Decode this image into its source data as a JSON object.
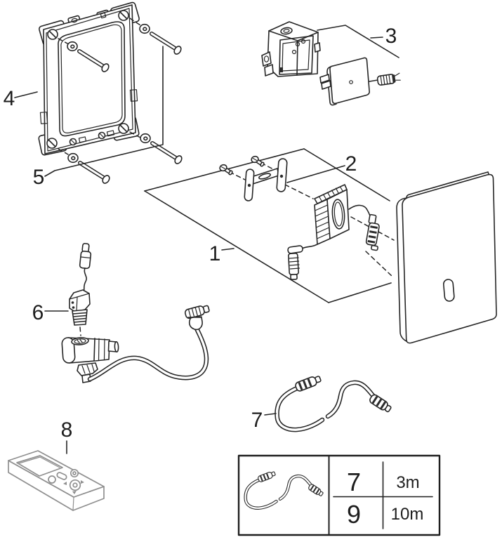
{
  "diagram": {
    "background": "#ffffff",
    "line_color": "#262626",
    "remote_line_color": "#8f8f8f",
    "callouts": {
      "plane": "1",
      "bracket_screws": "2",
      "power_supply_box": "3",
      "mounting_frame": "4",
      "frame_screws": "5",
      "solenoid_valve": "6",
      "extension_cable": "7",
      "remote_control": "8"
    },
    "options_table": {
      "rows": [
        {
          "item_no": "7",
          "length": "3m"
        },
        {
          "item_no": "9",
          "length": "10m"
        }
      ]
    }
  }
}
